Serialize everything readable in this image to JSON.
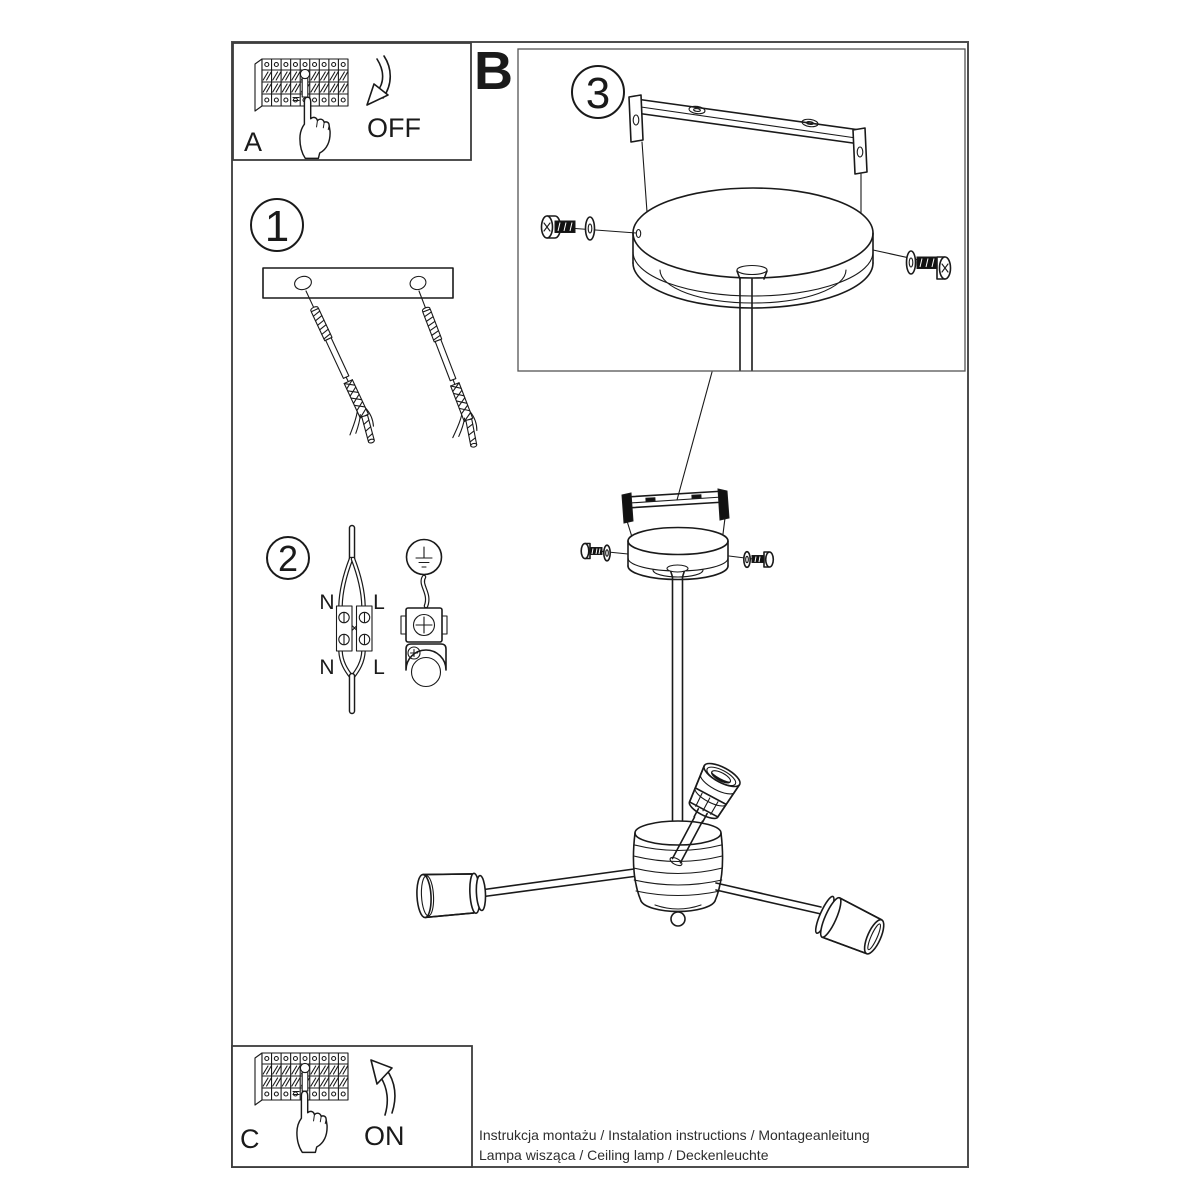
{
  "colors": {
    "ink": "#1a1a1a",
    "frame": "#4d4d4d",
    "footer_text": "#2e2e2e",
    "paper": "#ffffff",
    "hardware_dark": "#111111"
  },
  "panel_a": {
    "letter": "A",
    "state": "OFF"
  },
  "section_label_b": "B",
  "panel_c": {
    "letter": "C",
    "state": "ON"
  },
  "steps": {
    "one": "1",
    "two": "2",
    "three": "3"
  },
  "wiring_labels": {
    "top_left": "N",
    "top_right": "L",
    "bottom_left": "N",
    "bottom_right": "L"
  },
  "icons": {
    "breaker_panel": "circuit-breaker-strip",
    "pressing_hand": "pointing-hand",
    "off_arrow": "curved-arrow-down",
    "on_arrow": "curved-arrow-up",
    "earth": "ground-symbol"
  },
  "footer": {
    "line1": "Instrukcja montażu / Instalation instructions / Montageanleitung",
    "line2": "Lampa wisząca / Ceiling lamp / Deckenleuchte"
  }
}
